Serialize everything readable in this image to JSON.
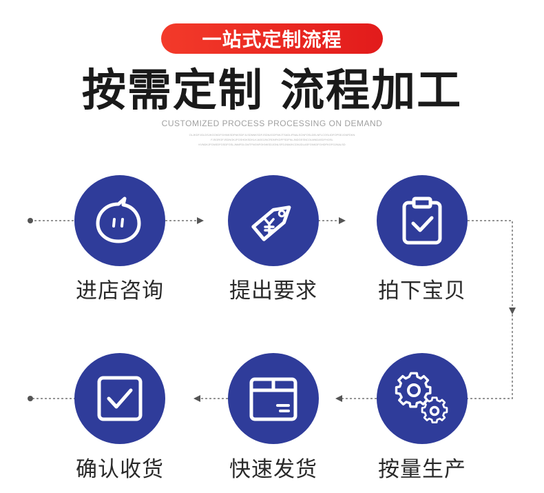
{
  "header": {
    "badge": "一站式定制流程",
    "title": "按需定制 流程加工",
    "subtitle": "CUSTOMIZED PROCESS PROCESSING ON DEMAND",
    "fine_print": [
      "OLJKDFJGLDSJKGOKDFGHNKSDFNKSDFJLSDNNKSDFJSDNJGDFNKJTSADLIFNALSCNFOSLDELNFLCOSLIDFOPSEJGNFDKN",
      "FJSGRGFJSDNGKJFGSHDKSDKLKJASGJNCRDNFKDFFSDFNLJNDGESNCOLMNDASDFHOSL",
      "KVNDKJFGNSDFGSDFGSLJNMFDLGMTFNGNFGKNKSDJGNLSFDJNMJKCDNJDLASFGNKDFGHDFKGFGJNALSD"
    ]
  },
  "steps": [
    {
      "label": "进店咨询",
      "icon": "chat-face-icon"
    },
    {
      "label": "提出要求",
      "icon": "price-tag-icon"
    },
    {
      "label": "拍下宝贝",
      "icon": "clipboard-check-icon"
    },
    {
      "label": "按量生产",
      "icon": "gears-icon"
    },
    {
      "label": "快速发货",
      "icon": "package-box-icon"
    },
    {
      "label": "确认收货",
      "icon": "checkbox-icon"
    }
  ],
  "colors": {
    "badge_red": "#e8261f",
    "circle_blue": "#2f3c9a",
    "flow_line": "#555555"
  }
}
